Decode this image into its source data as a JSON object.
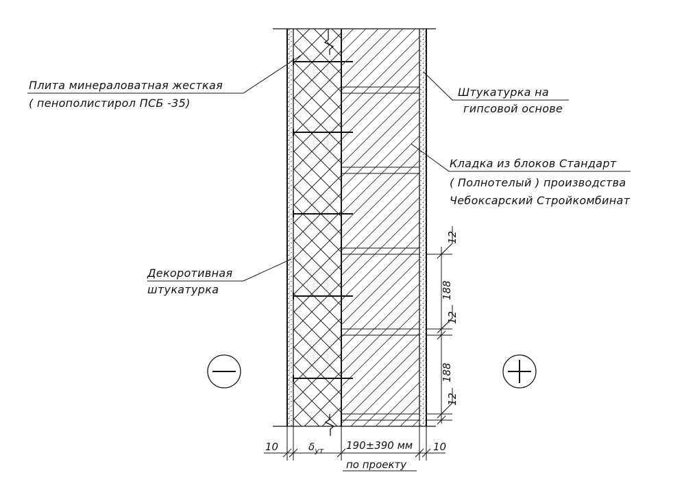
{
  "labels": {
    "insulation_line1": "Плита минераловатная жесткая",
    "insulation_line2": "( пенополистирол ПСБ -35)",
    "plaster_inner_line1": "Штукатурка на",
    "plaster_inner_line2": "гипсовой основе",
    "masonry_line1": "Кладка из блоков Стандарт",
    "masonry_line2": "( Полнотелый ) производства",
    "masonry_line3": "Чебоксарский Стройкомбинат",
    "decor_line1": "Декоротивная",
    "decor_line2": "штукатурка"
  },
  "dimensions": {
    "left_plaster": "10",
    "insulation_main": "δ",
    "insulation_sub": "ут",
    "block_width": "190±390 мм",
    "block_width_note": "по проекту",
    "right_plaster": "10",
    "joint_1": "12",
    "block_1": "188",
    "joint_2": "12",
    "block_2": "188",
    "joint_3": "12"
  },
  "signs": {
    "minus": "−",
    "plus": "+"
  }
}
